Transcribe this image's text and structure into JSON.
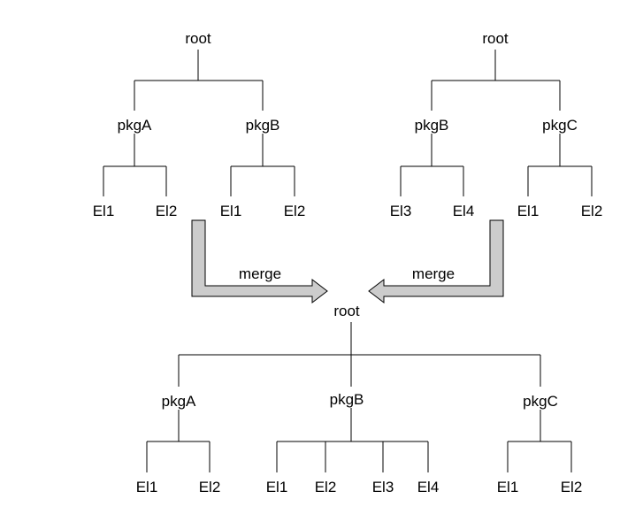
{
  "colors": {
    "line": "#000000",
    "arrow_fill": "#cccccc",
    "background": "#ffffff"
  },
  "left_tree": {
    "root": "root",
    "pkg_a": {
      "label": "pkgA",
      "children": [
        "El1",
        "El2"
      ]
    },
    "pkg_b": {
      "label": "pkgB",
      "children": [
        "El1",
        "El2"
      ]
    }
  },
  "right_tree": {
    "root": "root",
    "pkg_b": {
      "label": "pkgB",
      "children": [
        "El3",
        "El4"
      ]
    },
    "pkg_c": {
      "label": "pkgC",
      "children": [
        "El1",
        "El2"
      ]
    }
  },
  "merged_tree": {
    "root": "root",
    "pkg_a": {
      "label": "pkgA",
      "children": [
        "El1",
        "El2"
      ]
    },
    "pkg_b": {
      "label": "pkgB",
      "children": [
        "El1",
        "El2",
        "El3",
        "El4"
      ]
    },
    "pkg_c": {
      "label": "pkgC",
      "children": [
        "El1",
        "El2"
      ]
    }
  },
  "merge_arrows": {
    "left_label": "merge",
    "right_label": "merge"
  }
}
